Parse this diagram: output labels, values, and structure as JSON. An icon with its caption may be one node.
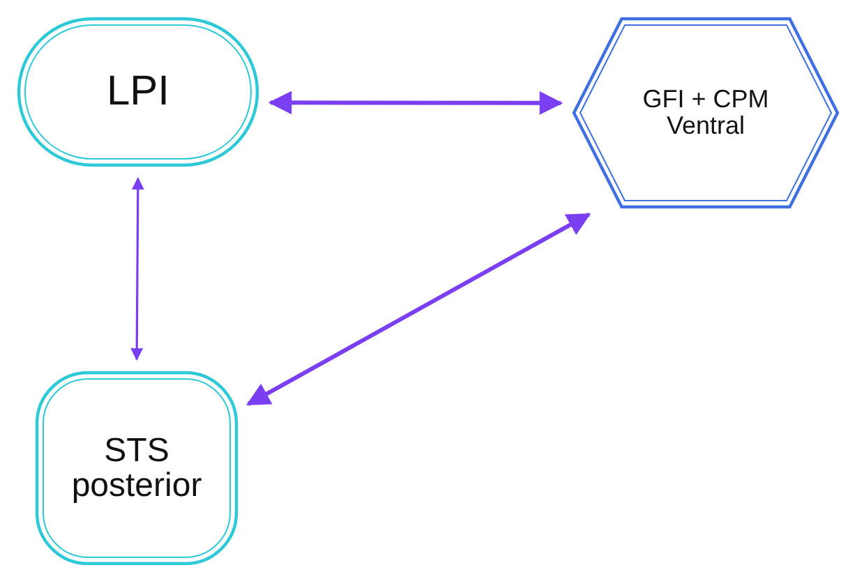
{
  "diagram": {
    "nodes": [
      {
        "text": [
          "LPI"
        ]
      },
      {
        "text": [
          "GFI + CPM Ventral"
        ]
      },
      {
        "text": [
          "STS posterior"
        ]
      }
    ],
    "edges": [
      {
        "from": 0,
        "to": 1,
        "arrow": "both"
      },
      {
        "from": 0,
        "to": 2,
        "arrow": "both"
      },
      {
        "from": 2,
        "to": 1,
        "arrow": "both"
      }
    ]
  }
}
